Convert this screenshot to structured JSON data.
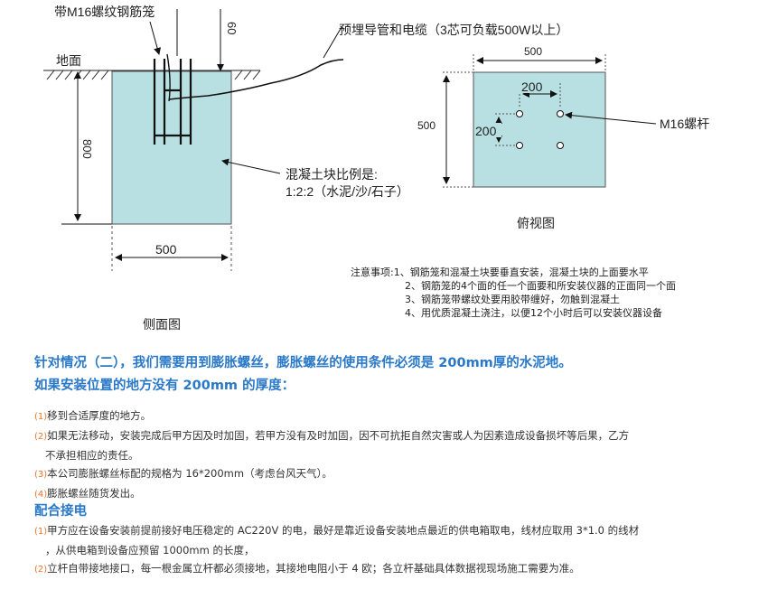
{
  "diagram": {
    "side": {
      "cage_label": "带M16螺纹钢筋笼",
      "depth_60": "60",
      "conduit_label": "预埋导管和电缆（3芯可负载500W以上）",
      "ground": "地面",
      "depth_800": "800",
      "concrete_label_1": "混凝土块比例是:",
      "concrete_label_2": "1:2:2（水泥/沙/石子）",
      "width_500": "500",
      "caption": "侧面图",
      "fill_color": "#b8e0e2"
    },
    "top": {
      "width_500": "500",
      "height_500": "500",
      "spacing_200_h": "200",
      "spacing_200_v": "200",
      "bolt_label": "M16螺杆",
      "caption": "俯视图"
    }
  },
  "notes": {
    "prefix": "注意事项:",
    "items": [
      "1、钢筋笼和混凝土块要垂直安装，混凝土块的上面要水平",
      "2、钢筋笼的4个面的任一个面要和所安装仪器的正面同一个面",
      "3、钢筋笼带螺纹处要用胶带缠好，勿触到混凝土",
      "4、用优质混凝土浇注，以便12个小时后可以安装仪器设备"
    ]
  },
  "section2": {
    "heading_1": "针对情况（二），我们需要用到膨胀螺丝，膨胀螺丝的使用条件必须是 200mm厚的水泥地。",
    "heading_2": "如果安装位置的地方没有 200mm 的厚度：",
    "items": [
      {
        "num": "(1)",
        "text": "移到合适厚度的地方。"
      },
      {
        "num": "(2)",
        "text": "如果无法移动，安装完成后甲方因及时加固，若甲方没有及时加固，因不可抗拒自然灾害或人为因素造成设备损坏等后果，乙方",
        "cont": "不承担相应的责任。"
      },
      {
        "num": "(3)",
        "text": "本公司膨胀螺丝标配的规格为 16*200mm（考虑台风天气）。"
      },
      {
        "num": "(4)",
        "text": "膨胀螺丝随货发出。"
      }
    ]
  },
  "section3": {
    "heading": "配合接电",
    "items": [
      {
        "num": "(1)",
        "text": "甲方应在设备安装前提前接好电压稳定的 AC220V 的电，最好是靠近设备安装地点最近的供电箱取电，线材应取用 3*1.0 的线材",
        "cont": "，从供电箱到设备应预留 1000mm 的长度，"
      },
      {
        "num": "(2)",
        "text": "立杆自带接地接口，每一根金属立杆都必须接地，其接地电阻小于 4 欧；各立杆基础具体数据视现场施工需要为准。"
      }
    ]
  }
}
